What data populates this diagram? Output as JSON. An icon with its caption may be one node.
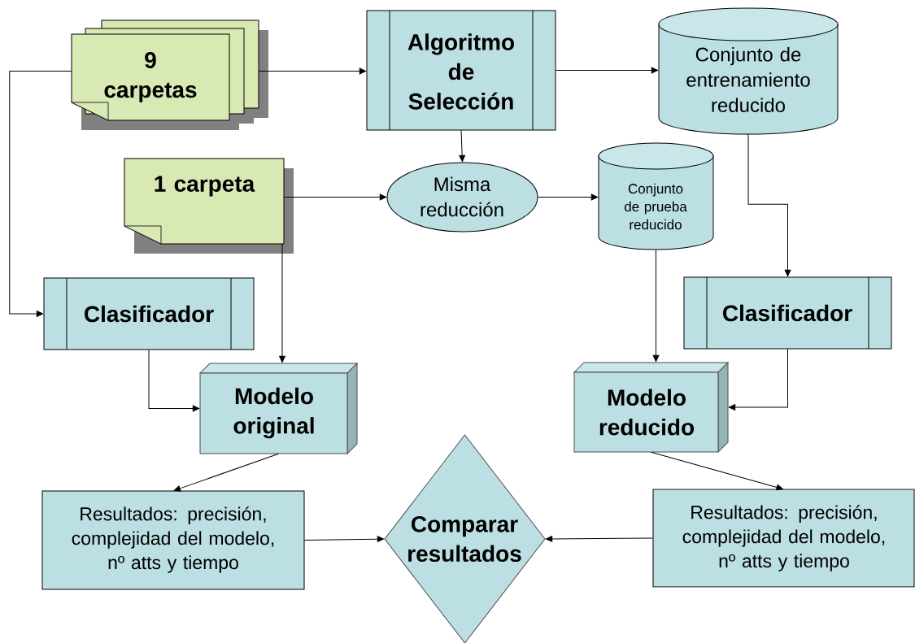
{
  "diagram": {
    "nodes": [
      {
        "text": [
          "9 carpetas"
        ]
      },
      {
        "text": [
          "Algoritmo de Selección"
        ]
      },
      {
        "text": [
          "Conjunto de entrenamiento reducido"
        ]
      },
      {
        "text": [
          "1 carpeta"
        ]
      },
      {
        "text": [
          "Misma reducción"
        ]
      },
      {
        "text": [
          "Conjunto de prueba reducido"
        ]
      },
      {
        "text": [
          "Clasificador"
        ]
      },
      {
        "text": [
          "Clasificador"
        ]
      },
      {
        "text": [
          "Modelo original"
        ]
      },
      {
        "text": [
          "Modelo reducido"
        ]
      },
      {
        "text": [
          "Resultados: precisión, complejidad del modelo, nº atts y tiempo"
        ]
      },
      {
        "text": [
          "Comparar resultados"
        ]
      },
      {
        "text": [
          "Resultados: precisión, complejidad del modelo, nº atts y tiempo"
        ]
      }
    ],
    "edges": [
      {
        "from": 0,
        "to": 1,
        "arrow": "to"
      },
      {
        "from": 0,
        "to": 6,
        "arrow": "to"
      },
      {
        "from": 1,
        "to": 2,
        "arrow": "to"
      },
      {
        "from": 1,
        "to": 4,
        "arrow": "to"
      },
      {
        "from": 3,
        "to": 4,
        "arrow": "to"
      },
      {
        "from": 3,
        "to": 8,
        "arrow": "to"
      },
      {
        "from": 4,
        "to": 5,
        "arrow": "to"
      },
      {
        "from": 2,
        "to": 7,
        "arrow": "to"
      },
      {
        "from": 5,
        "to": 9,
        "arrow": "to"
      },
      {
        "from": 6,
        "to": 8,
        "arrow": "to"
      },
      {
        "from": 7,
        "to": 9,
        "arrow": "to"
      },
      {
        "from": 8,
        "to": 10,
        "arrow": "to"
      },
      {
        "from": 9,
        "to": 12,
        "arrow": "to"
      },
      {
        "from": 10,
        "to": 11,
        "arrow": "to"
      },
      {
        "from": 12,
        "to": 11,
        "arrow": "to"
      }
    ]
  }
}
